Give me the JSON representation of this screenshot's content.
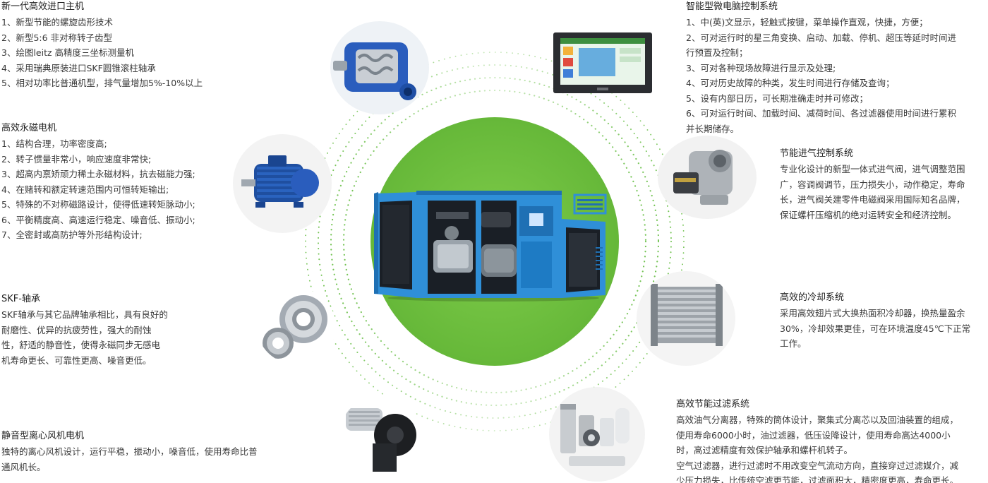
{
  "sections": {
    "host": {
      "title": "新一代高效进口主机",
      "lines": [
        "1、新型节能的螺旋齿形技术",
        "2、新型5:6 非对称转子齿型",
        "3、绘图leitz 高精度三坐标测量机",
        "4、采用瑞典原装进口SKF圆锥滚柱轴承",
        "5、相对功率比普通机型，排气量增加5%-10%以上"
      ]
    },
    "motor": {
      "title": "高效永磁电机",
      "lines": [
        "1、结构合理，功率密度高;",
        "2、转子惯量非常小，响应速度非常快;",
        "3、超高内禀矫顽力稀土永磁材料，抗去磁能力强;",
        "4、在赌转和额定转速范围内可恒转矩输出;",
        "5、特殊的不对称磁路设计，使得低速转矩脉动小;",
        "6、平衡精度高、高速运行稳定、噪音低、振动小;",
        "7、全密封或高防护等外形结构设计;"
      ]
    },
    "bearing": {
      "title": "SKF-轴承",
      "lines": [
        "SKF轴承与其它品牌轴承相比，具有良好的",
        "耐磨性、优异的抗疲劳性，强大的耐蚀",
        "性，舒适的静音性，使得永磁同步无感电",
        "机寿命更长、可靠性更高、噪音更低。"
      ]
    },
    "fan": {
      "title": "静音型离心风机电机",
      "lines": [
        "独特的离心风机设计，运行平稳，振动小，噪音低，使用寿命比普",
        "通风机长。"
      ]
    },
    "ctrl": {
      "title": "智能型微电脑控制系统",
      "lines": [
        "1、中(英)文显示，轻触式按键，菜单操作直观，快捷，方便；",
        "2、可对运行时的星三角变换、启动、加载、停机、超压等延时时间进",
        "行预置及控制；",
        "3、可对各种现场故障进行显示及处理;",
        "4、可对历史故障的种类，发生时间进行存储及查询；",
        "5、设有内部日历，可长期准确走时并可修改；",
        "6、可对运行时间、加载时间、减荷时间、各过滤器使用时间进行累积",
        "并长期储存。"
      ]
    },
    "intake": {
      "title": "节能进气控制系统",
      "lines": [
        "专业化设计的新型一体式进气阀，进气调整范围",
        "广，容调阀调节，压力损失小，动作稳定，寿命",
        "长，进气阀关建零件电磁阀采用国际知名品牌，",
        "保证螺杆压缩机的绝对运转安全和经济控制。"
      ]
    },
    "cool": {
      "title": "高效的冷却系统",
      "lines": [
        "采用高效翅片式大换热面积冷却器，换热量盈余",
        "30%，冷却效果更佳，可在环境温度45℃下正常",
        "工作。"
      ]
    },
    "filter": {
      "title": "高效节能过滤系统",
      "lines": [
        "高效油气分离器，特殊的筒体设计，聚集式分离芯以及回油装置的组成，",
        "使用寿命6000小时，油过滤器，低压设降设计，使用寿命高达4000小",
        "时，高过滤精度有效保护轴承和螺杆机转子。",
        "空气过滤器，进行过滤时不用改变空气流动方向，直接穿过过滤媒介，减",
        "少压力损失，比传统空滤更节能，过滤面积大，精密度更高，寿命更长。"
      ]
    }
  },
  "colors": {
    "accent_green": "#66b839",
    "ring_green": "#6cc04a",
    "machine_blue": "#2f8fd8",
    "text": "#3a3a3a"
  },
  "icons": {
    "host": "screw-compressor-airend-icon",
    "motor": "permanent-magnet-motor-icon",
    "bearing": "ball-bearing-icon",
    "fan": "centrifugal-fan-icon",
    "ctrl": "touch-controller-icon",
    "intake": "intake-valve-icon",
    "cool": "radiator-cooler-icon",
    "filter": "filter-set-icon",
    "machine": "air-compressor-icon"
  }
}
